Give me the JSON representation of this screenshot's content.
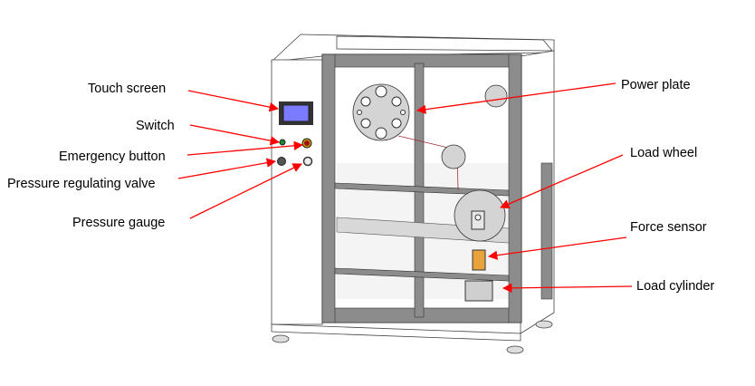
{
  "labels": {
    "touch_screen": "Touch  screen",
    "switch": "Switch",
    "emergency_button": "Emergency button",
    "pressure_regulating_valve": "Pressure regulating valve",
    "pressure_gauge": "Pressure gauge",
    "power_plate": "Power plate",
    "load_wheel": "Load wheel",
    "force_sensor": "Force sensor",
    "load_cylinder": "Load cylinder"
  },
  "colors": {
    "arrow": "#ff0000",
    "screen": "#7b7bff",
    "sensor": "#e8a33c"
  }
}
